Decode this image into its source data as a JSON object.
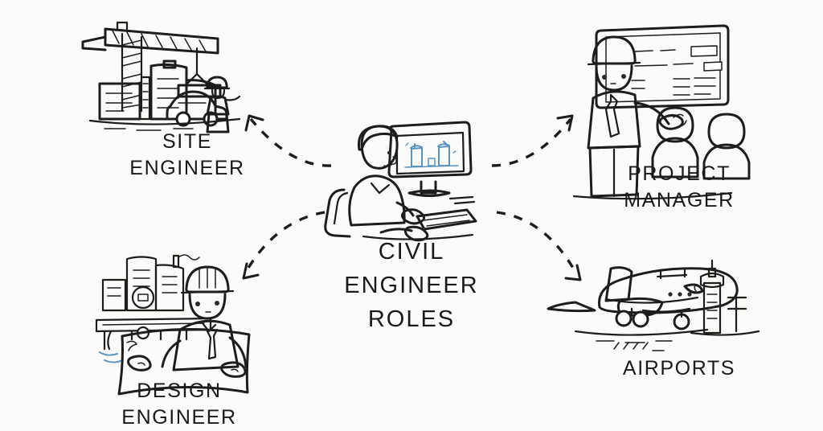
{
  "diagram": {
    "title": "CIVIL ENGINEER ROLES",
    "style": "hand-drawn whiteboard sketch infographic",
    "background_color": "#fbfbf9",
    "ink_color": "#1a1a1a",
    "accent_yellow": "#ebd24a",
    "accent_blue": "#a8cce4",
    "center": {
      "label": "CIVIL\nENGINEER\nROLES",
      "illustration": "engineer-at-computer",
      "description": "Seated engineer in profile working at a desktop monitor showing blue building diagrams"
    },
    "nodes": [
      {
        "id": "site-engineer",
        "label": "SITE\nENGINEER",
        "position": "top-left",
        "illustration": "construction-site",
        "description": "Yellow tower crane lifting a load over buildings with a car and a worker in a hard hat"
      },
      {
        "id": "project-manager",
        "label": "PROJECT\nMANAGER",
        "position": "top-right",
        "illustration": "presentation-meeting",
        "description": "Manager in yellow hard hat and tie presenting at a whiteboard to two seated colleagues"
      },
      {
        "id": "design-engineer",
        "label": "DESIGN\nENGINEER",
        "position": "bottom-left",
        "illustration": "engineer-with-blueprint",
        "description": "Engineer in yellow hard hat holding an open blueprint in front of factory buildings and a blue pipeline"
      },
      {
        "id": "airports",
        "label": "AIRPORTS",
        "position": "bottom-right",
        "illustration": "airplane-and-control-tower",
        "description": "Light blue airplane on the tarmac beside an airport control tower"
      }
    ],
    "connectors": [
      {
        "id": "arrow-to-site-engineer",
        "from": "center",
        "to": "site-engineer",
        "style": "dashed-curved-arrow",
        "direction": "up-left"
      },
      {
        "id": "arrow-to-project-manager",
        "from": "center",
        "to": "project-manager",
        "style": "dashed-curved-arrow",
        "direction": "up-right"
      },
      {
        "id": "arrow-to-design-engineer",
        "from": "center",
        "to": "design-engineer",
        "style": "dashed-curved-arrow",
        "direction": "down-left"
      },
      {
        "id": "arrow-to-airports",
        "from": "center",
        "to": "airports",
        "style": "dashed-curved-arrow",
        "direction": "down-right"
      }
    ]
  }
}
